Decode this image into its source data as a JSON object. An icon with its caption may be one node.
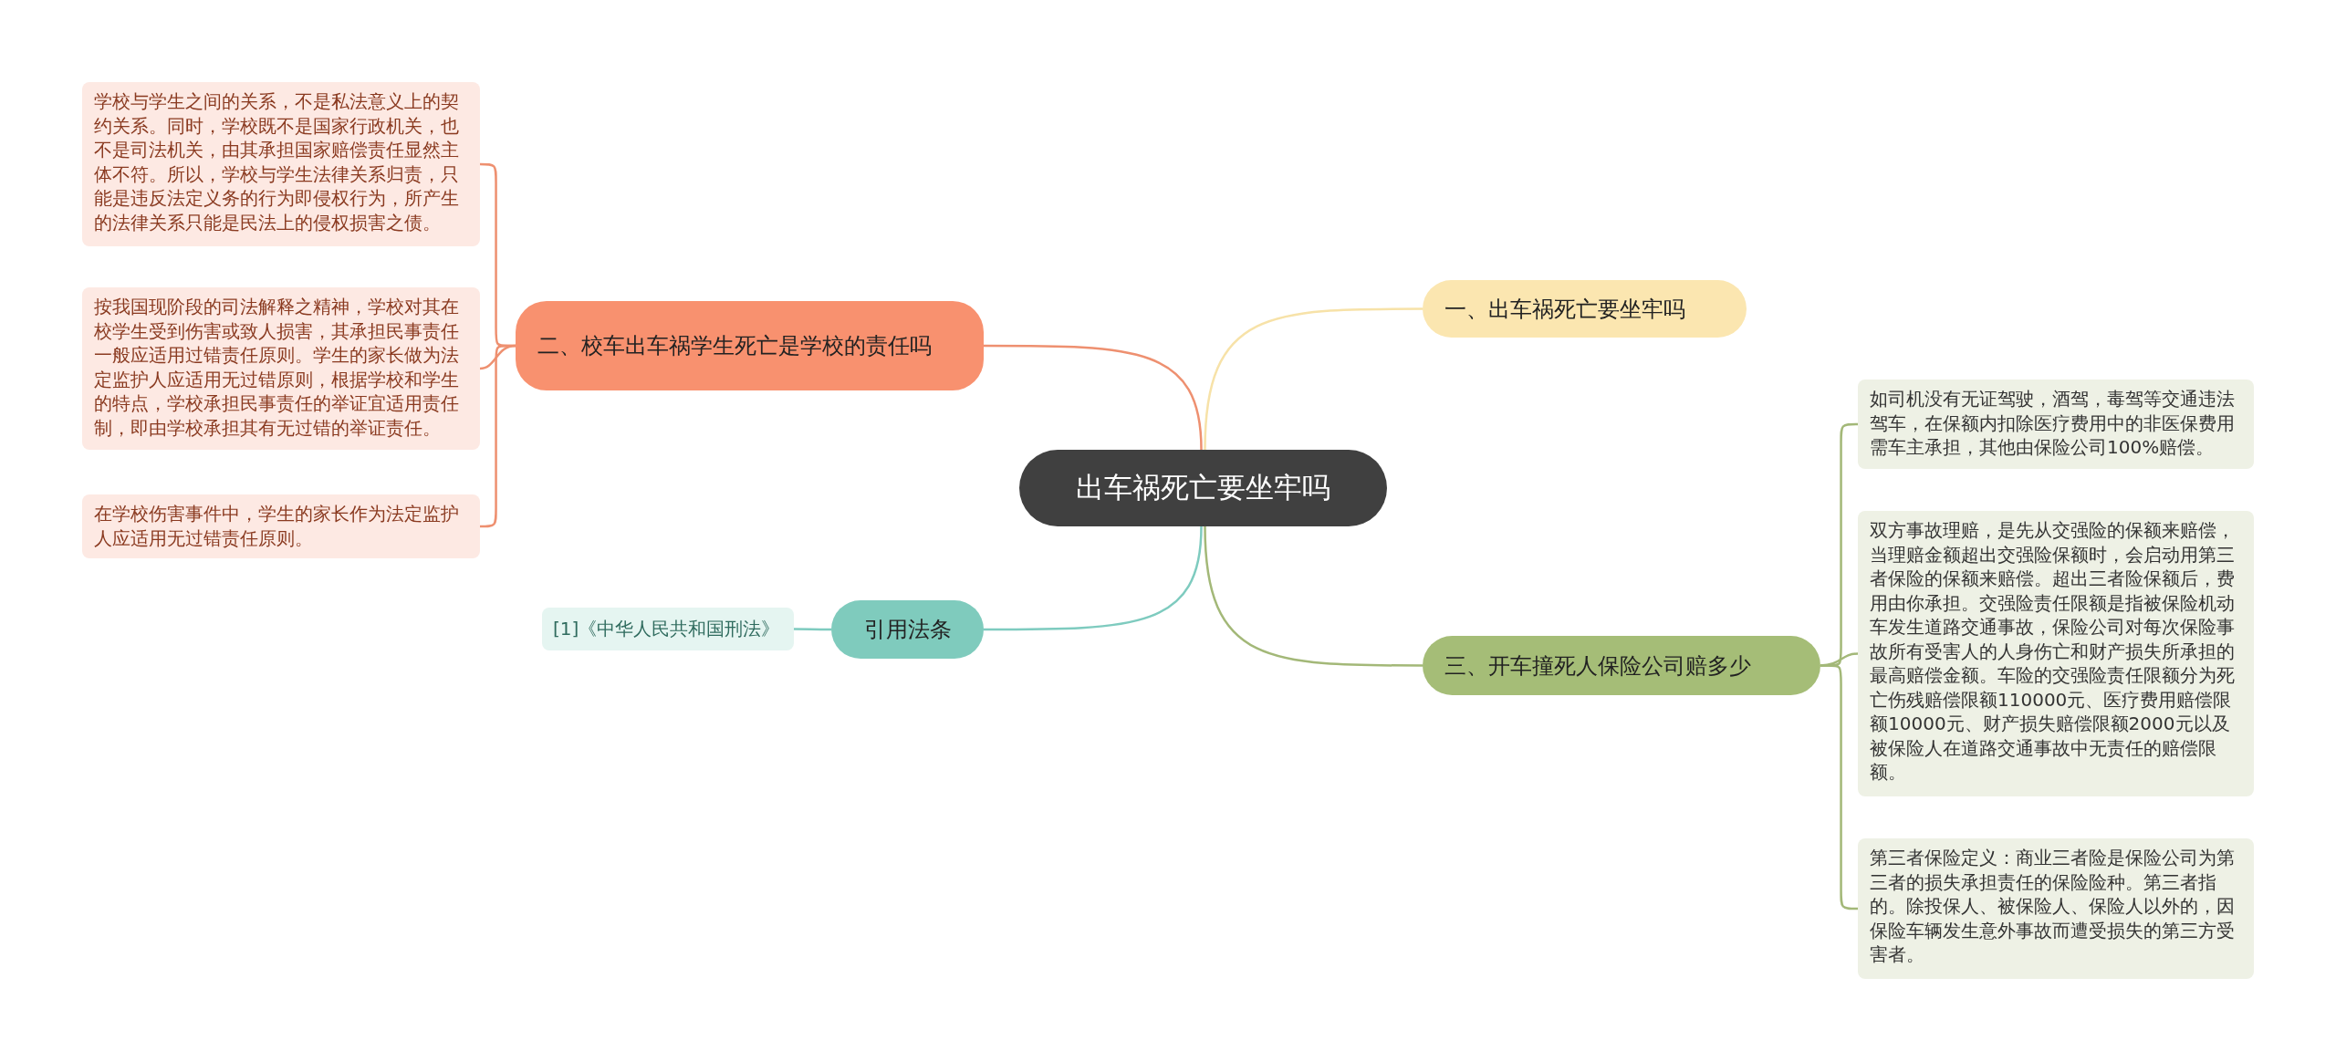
{
  "diagram": {
    "nodes": [
      {
        "text": [
          "出车祸死亡要坐牢吗"
        ]
      },
      {
        "text": [
          "一、出车祸死亡要坐牢吗"
        ]
      },
      {
        "text": [
          "二、校车出车祸学生死亡是学校的责任吗"
        ]
      },
      {
        "text": [
          "学校与学生之间的关系，不是私法意义上的契约关系。同时，学校既不是国家行政机关，也不是司法机关，由其承担国家赔偿责任显然主体不符。所以，学校与学生法律关系归责，只能是违反法定义务的行为即侵权行为，所产生的法律关系只能是民法上的侵权损害之债。"
        ]
      },
      {
        "text": [
          "按我国现阶段的司法解释之精神，学校对其在校学生受到伤害或致人损害，其承担民事责任一般应适用过错责任原则。学生的家长做为法定监护人应适用无过错原则，根据学校和学生的特点，学校承担民事责任的举证宜适用责任制，即由学校承担其有无过错的举证责任。"
        ]
      },
      {
        "text": [
          "在学校伤害事件中，学生的家长作为法定监护人应适用无过错责任原则。"
        ]
      },
      {
        "text": [
          "三、开车撞死人保险公司赔多少"
        ]
      },
      {
        "text": [
          "如司机没有无证驾驶，酒驾，毒驾等交通违法驾车，在保额内扣除医疗费用中的非医保费用需车主承担，其他由保险公司100%赔偿。"
        ]
      },
      {
        "text": [
          "双方事故理赔，是先从交强险的保额来赔偿，当理赔金额超出交强险保额时，会启动用第三者保险的保额来赔偿。超出三者险保额后，费用由你承担。交强险责任限额是指被保险机动车发生道路交通事故，保险公司对每次保险事故所有受害人的人身伤亡和财产损失所承担的最高赔偿金额。车险的交强险责任限额分为死亡伤残赔偿限额110000元、医疗费用赔偿限额10000元、财产损失赔偿限额2000元以及被保险人在道路交通事故中无责任的赔偿限额。"
        ]
      },
      {
        "text": [
          "第三者保险定义：商业三者险是保险公司为第三者的损失承担责任的保险险种。第三者指的。除投保人、被保险人、保险人以外的，因保险车辆发生意外事故而遭受损失的第三方受害者。"
        ]
      },
      {
        "text": [
          "引用法条"
        ]
      },
      {
        "text": [
          "[1]《中华人民共和国刑法》"
        ]
      }
    ],
    "edges": [
      {
        "from": 0,
        "to": 1,
        "arrow": "none",
        "color": "#f7e2a8"
      },
      {
        "from": 0,
        "to": 2,
        "arrow": "none",
        "color": "#ee9070"
      },
      {
        "from": 2,
        "to": 3,
        "arrow": "none",
        "color": "#ee9070"
      },
      {
        "from": 2,
        "to": 4,
        "arrow": "none",
        "color": "#ee9070"
      },
      {
        "from": 2,
        "to": 5,
        "arrow": "none",
        "color": "#ee9070"
      },
      {
        "from": 0,
        "to": 6,
        "arrow": "none",
        "color": "#a3b878"
      },
      {
        "from": 6,
        "to": 7,
        "arrow": "none",
        "color": "#a3b878"
      },
      {
        "from": 6,
        "to": 8,
        "arrow": "none",
        "color": "#a3b878"
      },
      {
        "from": 6,
        "to": 9,
        "arrow": "none",
        "color": "#a3b878"
      },
      {
        "from": 0,
        "to": 10,
        "arrow": "none",
        "color": "#7ecbbf"
      },
      {
        "from": 10,
        "to": 11,
        "arrow": "none",
        "color": "#7ecbbf"
      }
    ]
  }
}
